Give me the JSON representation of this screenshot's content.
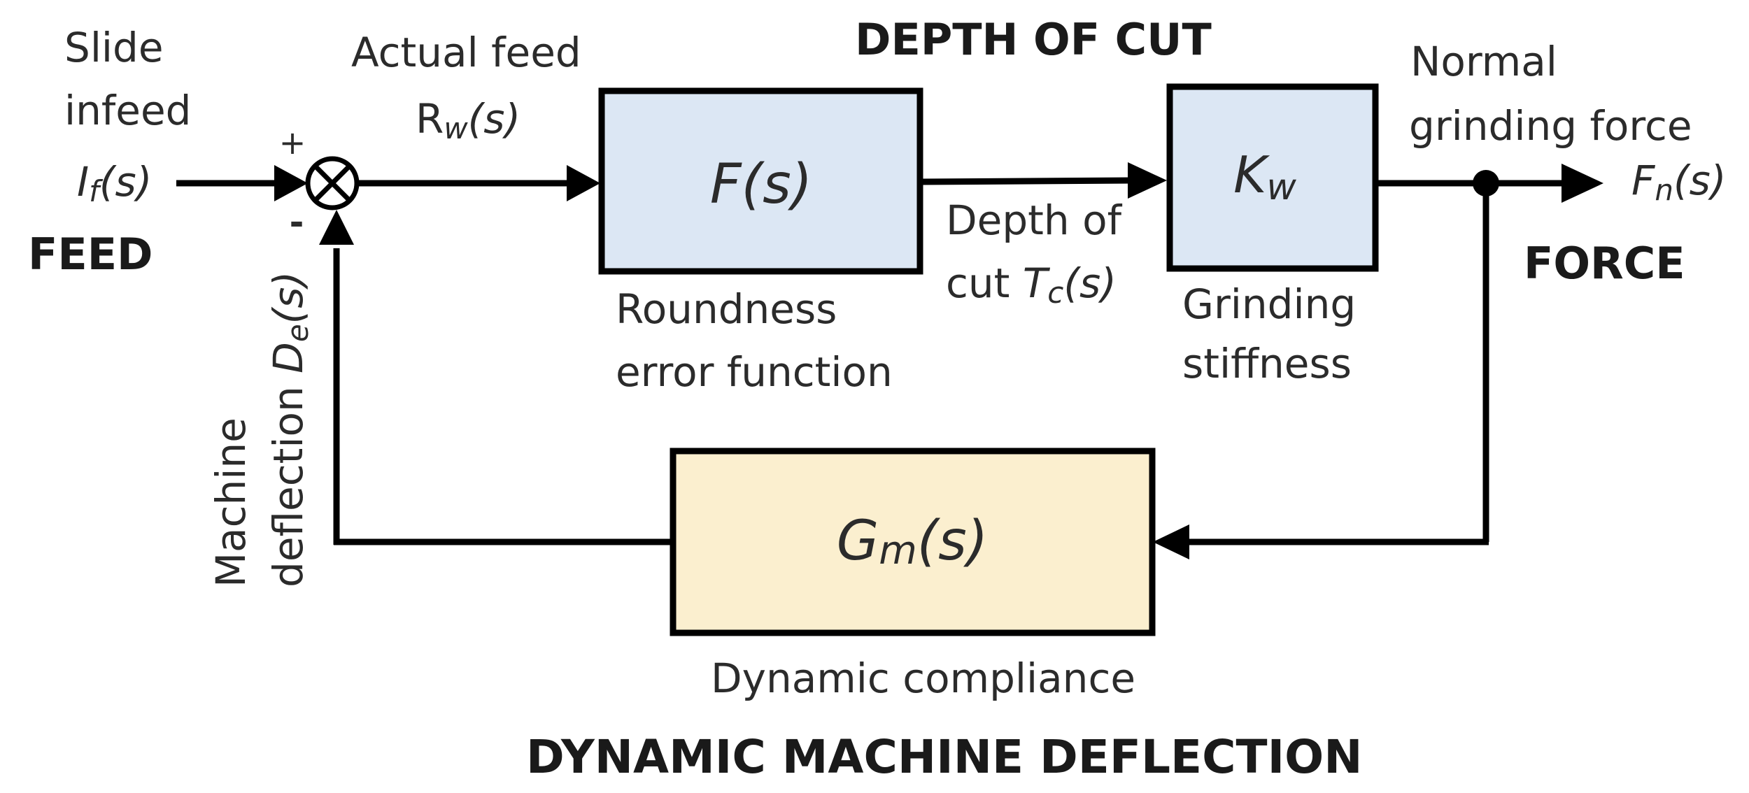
{
  "headings": {
    "feed": "FEED",
    "depth_of_cut": "DEPTH OF CUT",
    "force": "FORCE",
    "dynamic_machine_deflection": "DYNAMIC MACHINE DEFLECTION"
  },
  "input": {
    "line1": "Slide",
    "line2": "infeed",
    "symbol_main": "I",
    "symbol_sub": "f",
    "symbol_arg": "(s)"
  },
  "summing_junction": {
    "plus": "+",
    "minus": "-"
  },
  "actual_feed": {
    "line1": "Actual feed",
    "symbol_main": "R",
    "symbol_sub": "w",
    "symbol_arg": "(s)"
  },
  "blocks": {
    "roundness": {
      "symbol": "F(s)",
      "caption_line1": "Roundness",
      "caption_line2": "error function",
      "fill": "#dce7f4"
    },
    "stiffness": {
      "symbol_main": "K",
      "symbol_sub": "w",
      "caption_line1": "Grinding",
      "caption_line2": "stiffness",
      "fill": "#dce7f4"
    },
    "compliance": {
      "symbol_main": "G",
      "symbol_sub": "m",
      "symbol_arg": "(s)",
      "caption": "Dynamic compliance",
      "fill": "#fbefcf"
    }
  },
  "depth_of_cut_signal": {
    "line1": "Depth of",
    "line2_text": "cut ",
    "symbol_main": "T",
    "symbol_sub": "c",
    "symbol_arg": "(s)"
  },
  "output": {
    "line1": "Normal",
    "line2": "grinding force",
    "symbol_main": "F",
    "symbol_sub": "n",
    "symbol_arg": "(s)"
  },
  "feedback": {
    "line1": "Machine",
    "line2_text": "deflection ",
    "symbol_main": "D",
    "symbol_sub": "e",
    "symbol_arg": "(s)"
  },
  "colors": {
    "line": "#000000",
    "block_border": "#000000"
  }
}
